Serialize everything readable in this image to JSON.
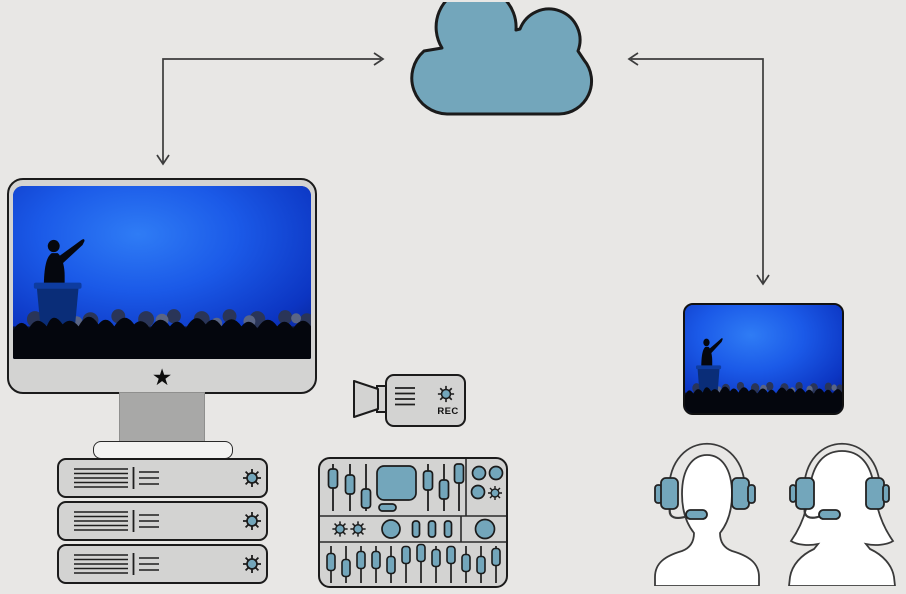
{
  "palette": {
    "background": "#e8e7e5",
    "accent": "#73a6bb",
    "device": "#d3d3d2",
    "stand": "#a8a8a7",
    "base": "#f3f3f2",
    "outline": "#1b1b1b",
    "arrow": "#3c3c3c",
    "person_fill": "#ffffff",
    "person_outline": "#3a3a3a",
    "silhouette": "#04060d"
  },
  "cloud": {
    "icon": "cloud-icon"
  },
  "arrows": {
    "uplink": {
      "from": "studio-monitor",
      "to": "cloud",
      "heads": "both-ends"
    },
    "downlink": {
      "from": "cloud",
      "to": "viewer-screen",
      "heads": "arrow-into-screen"
    }
  },
  "monitor": {
    "star_glyph": "★",
    "scene_alt": "speaker-at-podium-with-audience"
  },
  "server_rack": {
    "units": [
      {
        "led": "sun-led-icon"
      },
      {
        "led": "sun-led-icon"
      },
      {
        "led": "sun-led-icon"
      }
    ]
  },
  "camera": {
    "rec_label": "REC",
    "led": "sun-led-icon"
  },
  "mixer": {
    "rows": [
      "faders-and-display",
      "knobs-and-buttons",
      "channel-faders"
    ]
  },
  "viewer_screen": {
    "scene_alt": "speaker-at-podium-with-audience"
  },
  "viewers": [
    {
      "type": "operator-with-headset"
    },
    {
      "type": "operator-with-headset-female"
    }
  ]
}
